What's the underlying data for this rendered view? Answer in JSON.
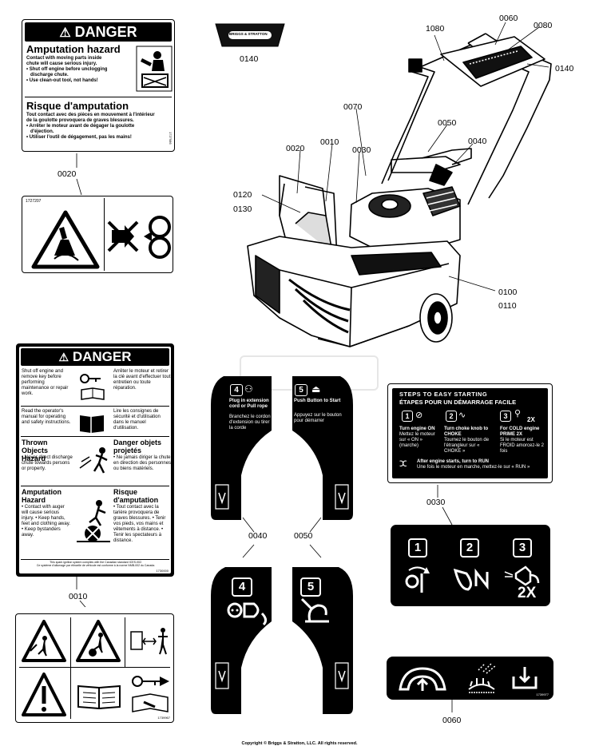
{
  "callouts": {
    "c0060_top": "0060",
    "c0080": "0080",
    "c1080": "1080",
    "c0140_right": "0140",
    "c0140_badge": "0140",
    "c0070": "0070",
    "c0050_top": "0050",
    "c0040_top": "0040",
    "c0020_top": "0020",
    "c0010_top": "0010",
    "c0030_top": "0030",
    "c0120": "0120",
    "c0130": "0130",
    "c0100": "0100",
    "c0110": "0110",
    "c0020_left": "0020",
    "c0010_left": "0010",
    "c0030_right": "0030",
    "c0040_bot": "0040",
    "c0050_bot": "0050",
    "c0060_bot": "0060"
  },
  "badge": {
    "brand": "BRIGGS & STRATTON"
  },
  "decal_0020_top": {
    "header": "DANGER",
    "en_title": "Amputation hazard",
    "en_l1": "Contact with moving parts inside",
    "en_l2": "chute will cause serious injury.",
    "en_b1a": "• Shut off engine before unclogging",
    "en_b1b": "discharge chute.",
    "en_b2": "• Use clean-out tool, not hands!",
    "fr_title": "Risque d'amputation",
    "fr_l1": "Tout contact avec des pièces en mouvement à l'intérieur",
    "fr_l2": "de la goulotte provoquera de graves blessures.",
    "fr_b1a": "• Arrêter le moteur avant de dégager la goulotte",
    "fr_b1b": "d'éjection.",
    "fr_b2": "• Utiliser l'outil de dégagement, pas les mains!",
    "part_no": "1727986"
  },
  "decal_0020_bottom": {
    "part_no": "1727207"
  },
  "decal_0010": {
    "header": "DANGER",
    "r1_en": "Shut off engine and remove key before performing maintenance or repair work.",
    "r1_fr": "Arrêter le moteur et retirer la clé avant d'effectuer tout entretien ou toute réparation.",
    "r2_en": "Read the operator's manual for operating and safety instructions.",
    "r2_fr": "Lire les consignes de sécurité et d'utilisation dans le manuel d'utilisation.",
    "r3_en_title": "Thrown Objects Hazard",
    "r3_en": "• Never direct discharge chute towards persons or property.",
    "r3_fr_title": "Danger objets projetés",
    "r3_fr": "• Ne jamais diriger la chute en direction des personnes ou biens matériels.",
    "r4_en_title": "Amputation Hazard",
    "r4_en": "• Contact with auger will cause serious injury. • Keep hands, feet and clothing away. • Keep bystanders away.",
    "r4_fr_title": "Risque d'amputation",
    "r4_fr": "• Tout contact avec la tarière provoquera de graves blessures. • Tenir vos pieds, vos mains et vêtements à distance. • Tenir les spectateurs à distance.",
    "footer1": "This spark ignition system complies with the Canadian standard ICES-002.",
    "footer2": "Ce système d'allumage par étincelle de véhicule est conforme à la norme NMB-002 du Canada.",
    "part_no": "1730000"
  },
  "decal_0010_bottom": {
    "part_no": "1739967"
  },
  "decal_0040_top": {
    "num": "4",
    "en": "Plug in extension cord or Pull rope",
    "fr": "Branchez le cordon d'extension ou tirer la corde"
  },
  "decal_0050_top": {
    "num": "5",
    "en": "Push Button to Start",
    "fr": "Appuyez sur le bouton pour démarrer"
  },
  "decal_0040_bot": {
    "num": "4"
  },
  "decal_0050_bot": {
    "num": "5"
  },
  "decal_0030": {
    "title_en": "STEPS TO EASY STARTING",
    "title_fr": "ÉTAPES POUR UN DÉMARRAGE FACILE",
    "s1_num": "1",
    "s2_num": "2",
    "s3_num": "3",
    "s3_2x": "2X",
    "s1_en": "Turn engine ON",
    "s1_fr": "Mettez le moteur sur « ON » (marche)",
    "s2_en": "Turn choke knob to CHOKE",
    "s2_fr": "Tournez le bouton de l'étrangleur sur « CHOKE »",
    "s3_en": "For COLD engine PRIME 2X",
    "s3_fr": "Si le moteur est FROID amorcez-le 2 fois",
    "run_en": "After engine starts, turn to RUN",
    "run_fr": "Une fois le moteur en marche, mettez-le sur « RUN »"
  },
  "decal_0030_bottom": {
    "n1": "1",
    "n2": "2",
    "n3": "3",
    "twox": "2X"
  },
  "decal_0060": {
    "part_no": "1739977"
  },
  "copyright": "Copyright © Briggs & Stratton, LLC. All rights reserved."
}
